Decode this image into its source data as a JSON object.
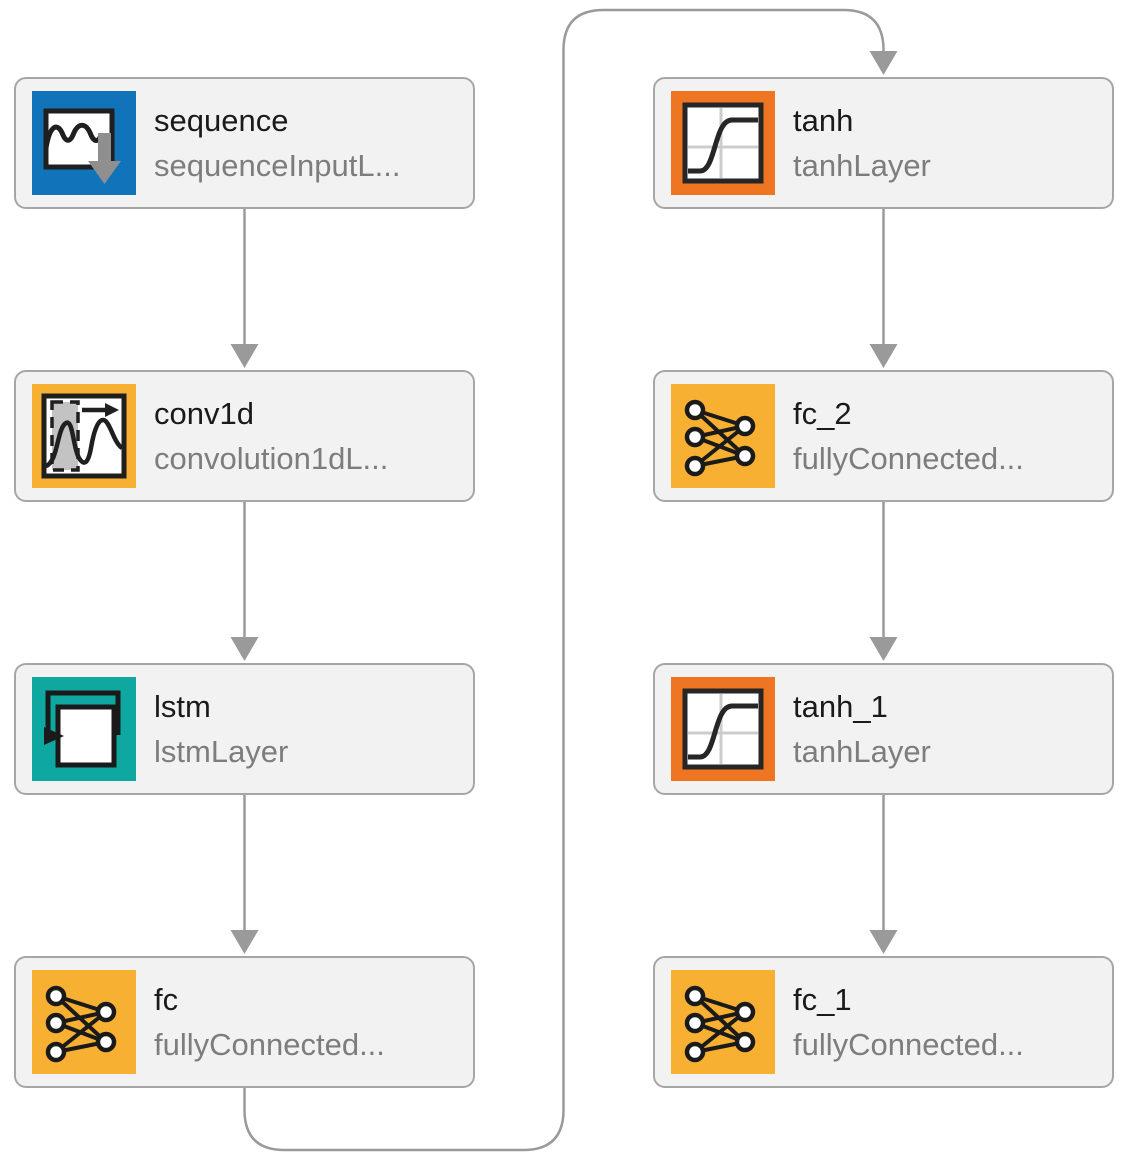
{
  "diagram": {
    "type": "layer-graph",
    "nodes": [
      {
        "id": "sequence",
        "title": "sequence",
        "subtitle": "sequenceInputL...",
        "icon": "sequence-input-icon",
        "color": "#1173b9"
      },
      {
        "id": "conv1d",
        "title": "conv1d",
        "subtitle": "convolution1dL...",
        "icon": "convolution1d-icon",
        "color": "#f7b031"
      },
      {
        "id": "lstm",
        "title": "lstm",
        "subtitle": "lstmLayer",
        "icon": "lstm-icon",
        "color": "#0fa8a0"
      },
      {
        "id": "fc",
        "title": "fc",
        "subtitle": "fullyConnected...",
        "icon": "fully-connected-icon",
        "color": "#f7b031"
      },
      {
        "id": "tanh",
        "title": "tanh",
        "subtitle": "tanhLayer",
        "icon": "tanh-icon",
        "color": "#ee7623"
      },
      {
        "id": "fc_2",
        "title": "fc_2",
        "subtitle": "fullyConnected...",
        "icon": "fully-connected-icon",
        "color": "#f7b031"
      },
      {
        "id": "tanh_1",
        "title": "tanh_1",
        "subtitle": "tanhLayer",
        "icon": "tanh-icon",
        "color": "#ee7623"
      },
      {
        "id": "fc_1",
        "title": "fc_1",
        "subtitle": "fullyConnected...",
        "icon": "fully-connected-icon",
        "color": "#f7b031"
      }
    ],
    "edges": [
      {
        "from": "sequence",
        "to": "conv1d"
      },
      {
        "from": "conv1d",
        "to": "lstm"
      },
      {
        "from": "lstm",
        "to": "fc"
      },
      {
        "from": "fc",
        "to": "tanh"
      },
      {
        "from": "tanh",
        "to": "fc_2"
      },
      {
        "from": "fc_2",
        "to": "tanh_1"
      },
      {
        "from": "tanh_1",
        "to": "fc_1"
      }
    ],
    "colors": {
      "canvas_bg": "#ffffff",
      "node_bg": "#f2f2f2",
      "node_border": "#a6a6a6",
      "edge": "#9a9a9a",
      "title_text": "#1a1a1a",
      "subtitle_text": "#7d7d7d"
    }
  }
}
